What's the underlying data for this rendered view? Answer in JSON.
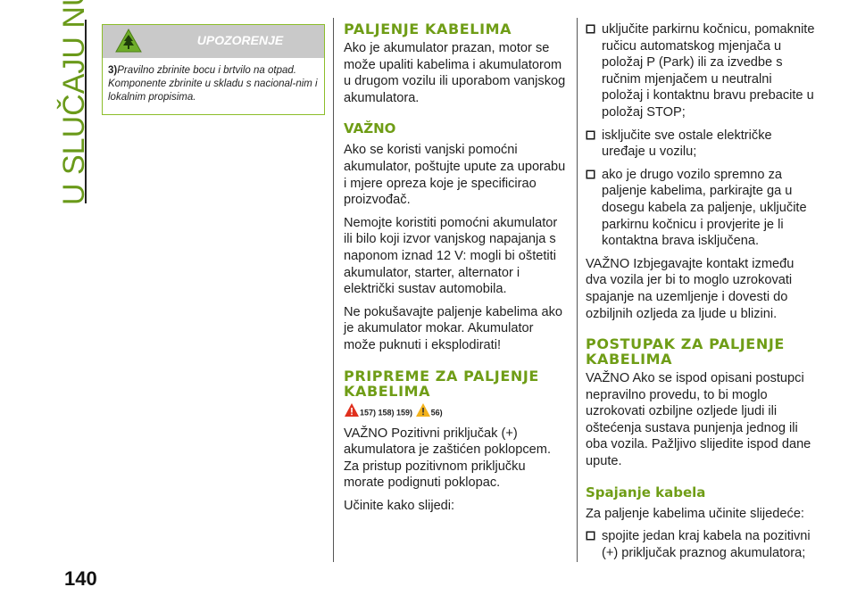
{
  "side_title": "U SLUČAJU NUŽDE",
  "page_number": "140",
  "warning_box": {
    "title": "UPOZORENJE",
    "ref": "3)",
    "text": "Pravilno zbrinite bocu i brtvilo na otpad. Komponente zbrinite u skladu s nacional-nim i lokalnim propisima."
  },
  "col2": {
    "h1": "PALJENJE KABELIMA",
    "p1": "Ako je akumulator prazan, motor se može upaliti kabelima i akumulatorom u drugom vozilu ili uporabom vanjskog akumulatora.",
    "h2": "VAŽNO",
    "p2": "Ako se koristi vanjski pomoćni akumulator, poštujte upute za uporabu i mjere opreza koje je specificirao proizvođač.",
    "p3": "Nemojte koristiti pomoćni akumulator ili bilo koji izvor vanjskog napajanja s naponom iznad 12 V: mogli bi oštetiti akumulator, starter, alternator i električki sustav automobila.",
    "p4": "Ne pokušavajte paljenje kabelima ako je akumulator mokar. Akumulator može puknuti i eksplodirati!",
    "h3": "PRIPREME ZA PALJENJE KABELIMA",
    "refs1": "157) 158) 159)",
    "refs2": "56)",
    "p5": "VAŽNO Pozitivni priključak (+) akumulatora je zaštićen poklopcem. Za pristup pozitivnom priključku morate podignuti poklopac.",
    "p6": "Učinite kako slijedi:"
  },
  "col3": {
    "b1": "uključite parkirnu kočnicu, pomaknite ručicu automatskog mjenjača u položaj P (Park) ili za izvedbe s ručnim mjenjačem u neutralni položaj i kontaktnu bravu prebacite u položaj STOP;",
    "b2": "isključite sve ostale električke uređaje u vozilu;",
    "b3": "ako je drugo vozilo spremno za paljenje kabelima, parkirajte ga u dosegu kabela za paljenje, uključite parkirnu kočnicu i provjerite je li kontaktna brava isključena.",
    "p1": "VAŽNO Izbjegavajte kontakt između dva vozila jer bi to moglo uzrokovati spajanje na uzemljenje i dovesti do ozbiljnih ozljeda za ljude u blizini.",
    "h1": "POSTUPAK ZA PALJENJE KABELIMA",
    "p2": "VAŽNO Ako se ispod opisani postupci nepravilno provedu, to bi moglo uzrokovati ozbiljne ozljede ljudi ili oštećenja sustava punjenja jednog ili oba vozila. Pažljivo slijedite ispod dane upute.",
    "h2": "Spajanje kabela",
    "p3": "Za paljenje kabelima učinite slijedeće:",
    "b4": "spojite jedan kraj kabela na pozitivni (+) priključak praznog akumulatora;"
  },
  "colors": {
    "accent_green": "#6f9d16",
    "warning_gray": "#c9c9c9"
  },
  "icons": [
    "tree-icon",
    "warning-red-icon",
    "warning-yellow-icon",
    "checkbox-bullet-icon"
  ]
}
